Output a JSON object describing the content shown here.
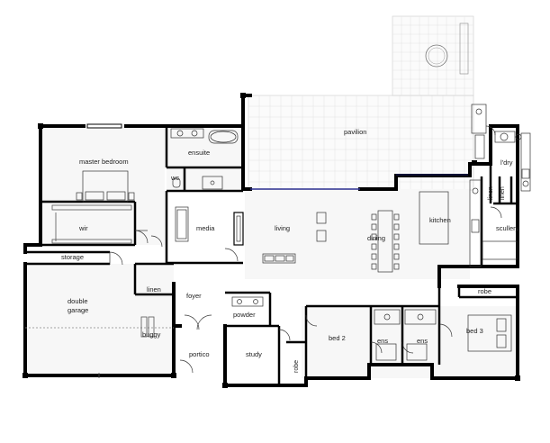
{
  "rooms": {
    "pavilion": "pavilion",
    "master_bedroom": "master bedroom",
    "ensuite": "ensuite",
    "wc": "wc",
    "wir": "wir",
    "media": "media",
    "living": "living",
    "dining": "dining",
    "kitchen": "kitchen",
    "ldry": "l'dry",
    "linen_a": "linen",
    "linen_b": "linen",
    "scullery": "scullery",
    "storage": "storage",
    "linen_hall": "linen",
    "foyer": "foyer",
    "double_garage_1": "double",
    "double_garage_2": "garage",
    "buggy": "buggy",
    "powder": "powder",
    "portico": "portico",
    "study": "study",
    "robe_study": "robe",
    "bed2": "bed 2",
    "ens_left": "ens",
    "ens_right": "ens",
    "robe_bed3": "robe",
    "bed3": "bed 3"
  },
  "colors": {
    "wall": "#000000",
    "glazing": "#2b2f8f",
    "grid": "#e3e3e3"
  }
}
